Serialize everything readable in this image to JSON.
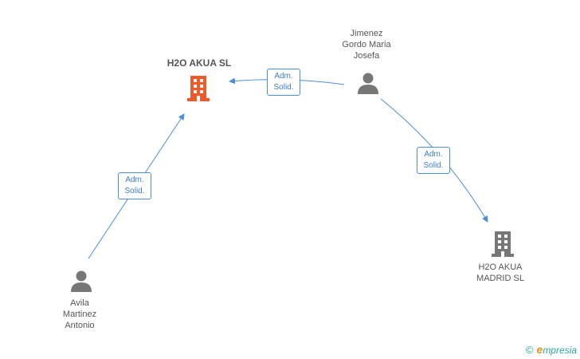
{
  "nodes": {
    "h2o_akua_sl": {
      "label": "H2O AKUA SL",
      "type": "company",
      "highlighted": true,
      "color": "#f05a2a"
    },
    "jimenez": {
      "label_lines": [
        "Jimenez",
        "Gordo Maria",
        "Josefa"
      ],
      "type": "person",
      "color": "#777777"
    },
    "h2o_akua_madrid": {
      "label_lines": [
        "H2O AKUA",
        "MADRID SL"
      ],
      "type": "company",
      "color": "#777777"
    },
    "avila": {
      "label_lines": [
        "Avila",
        "Martinez",
        "Antonio"
      ],
      "type": "person",
      "color": "#777777"
    }
  },
  "edges": [
    {
      "from": "jimenez",
      "to": "h2o_akua_sl",
      "label_lines": [
        "Adm.",
        "Solid."
      ]
    },
    {
      "from": "jimenez",
      "to": "h2o_akua_madrid",
      "label_lines": [
        "Adm.",
        "Solid."
      ]
    },
    {
      "from": "avila",
      "to": "h2o_akua_sl",
      "label_lines": [
        "Adm.",
        "Solid."
      ]
    }
  ],
  "colors": {
    "edge": "#4a8fd6"
  },
  "brand": {
    "copyright": "©",
    "name_initial": "e",
    "name_rest": "mpresia"
  }
}
